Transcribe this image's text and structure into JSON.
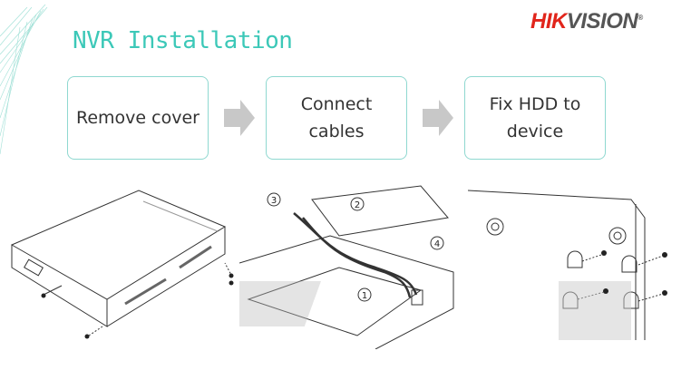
{
  "slide": {
    "title": "NVR Installation",
    "logo": {
      "part1": "HIK",
      "part2": "VISION",
      "mark": "®"
    },
    "steps": [
      {
        "label": "Remove cover"
      },
      {
        "label": "Connect\ncables"
      },
      {
        "label": "Fix HDD to\ndevice"
      }
    ],
    "callouts": [
      "1",
      "2",
      "3",
      "4"
    ],
    "colors": {
      "accent": "#3cc8b8",
      "brand_red": "#e1251b",
      "arrow": "#c8c8c8"
    }
  }
}
